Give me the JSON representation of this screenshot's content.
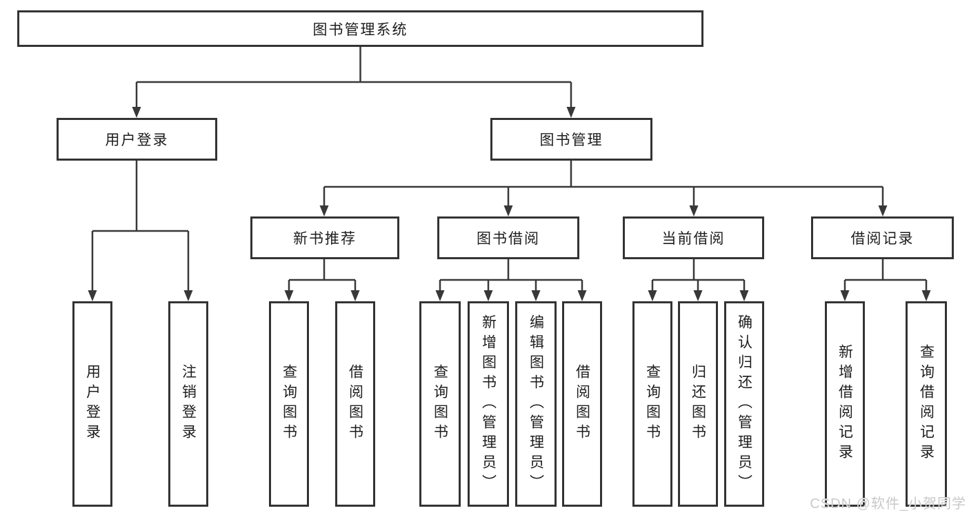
{
  "tree": {
    "root": {
      "label": "图书管理系统",
      "children": [
        {
          "label": "用户登录",
          "children": [
            {
              "label": "用户登录"
            },
            {
              "label": "注销登录"
            }
          ]
        },
        {
          "label": "图书管理",
          "children": [
            {
              "label": "新书推荐",
              "children": [
                {
                  "label": "查询图书"
                },
                {
                  "label": "借阅图书"
                }
              ]
            },
            {
              "label": "图书借阅",
              "children": [
                {
                  "label": "查询图书"
                },
                {
                  "label": "新增图书（管理员）"
                },
                {
                  "label": "编辑图书（管理员）"
                },
                {
                  "label": "借阅图书"
                }
              ]
            },
            {
              "label": "当前借阅",
              "children": [
                {
                  "label": "查询图书"
                },
                {
                  "label": "归还图书"
                },
                {
                  "label": "确认归还（管理员）"
                }
              ]
            },
            {
              "label": "借阅记录",
              "children": [
                {
                  "label": "新增借阅记录"
                },
                {
                  "label": "查询借阅记录"
                }
              ]
            }
          ]
        }
      ]
    }
  },
  "watermark": "CSDN @软件_小贺同学",
  "colors": {
    "line": "#383838",
    "box_border": "#333333",
    "text": "#1d1d1d",
    "background": "#ffffff",
    "watermark": "#c9c9c9"
  }
}
